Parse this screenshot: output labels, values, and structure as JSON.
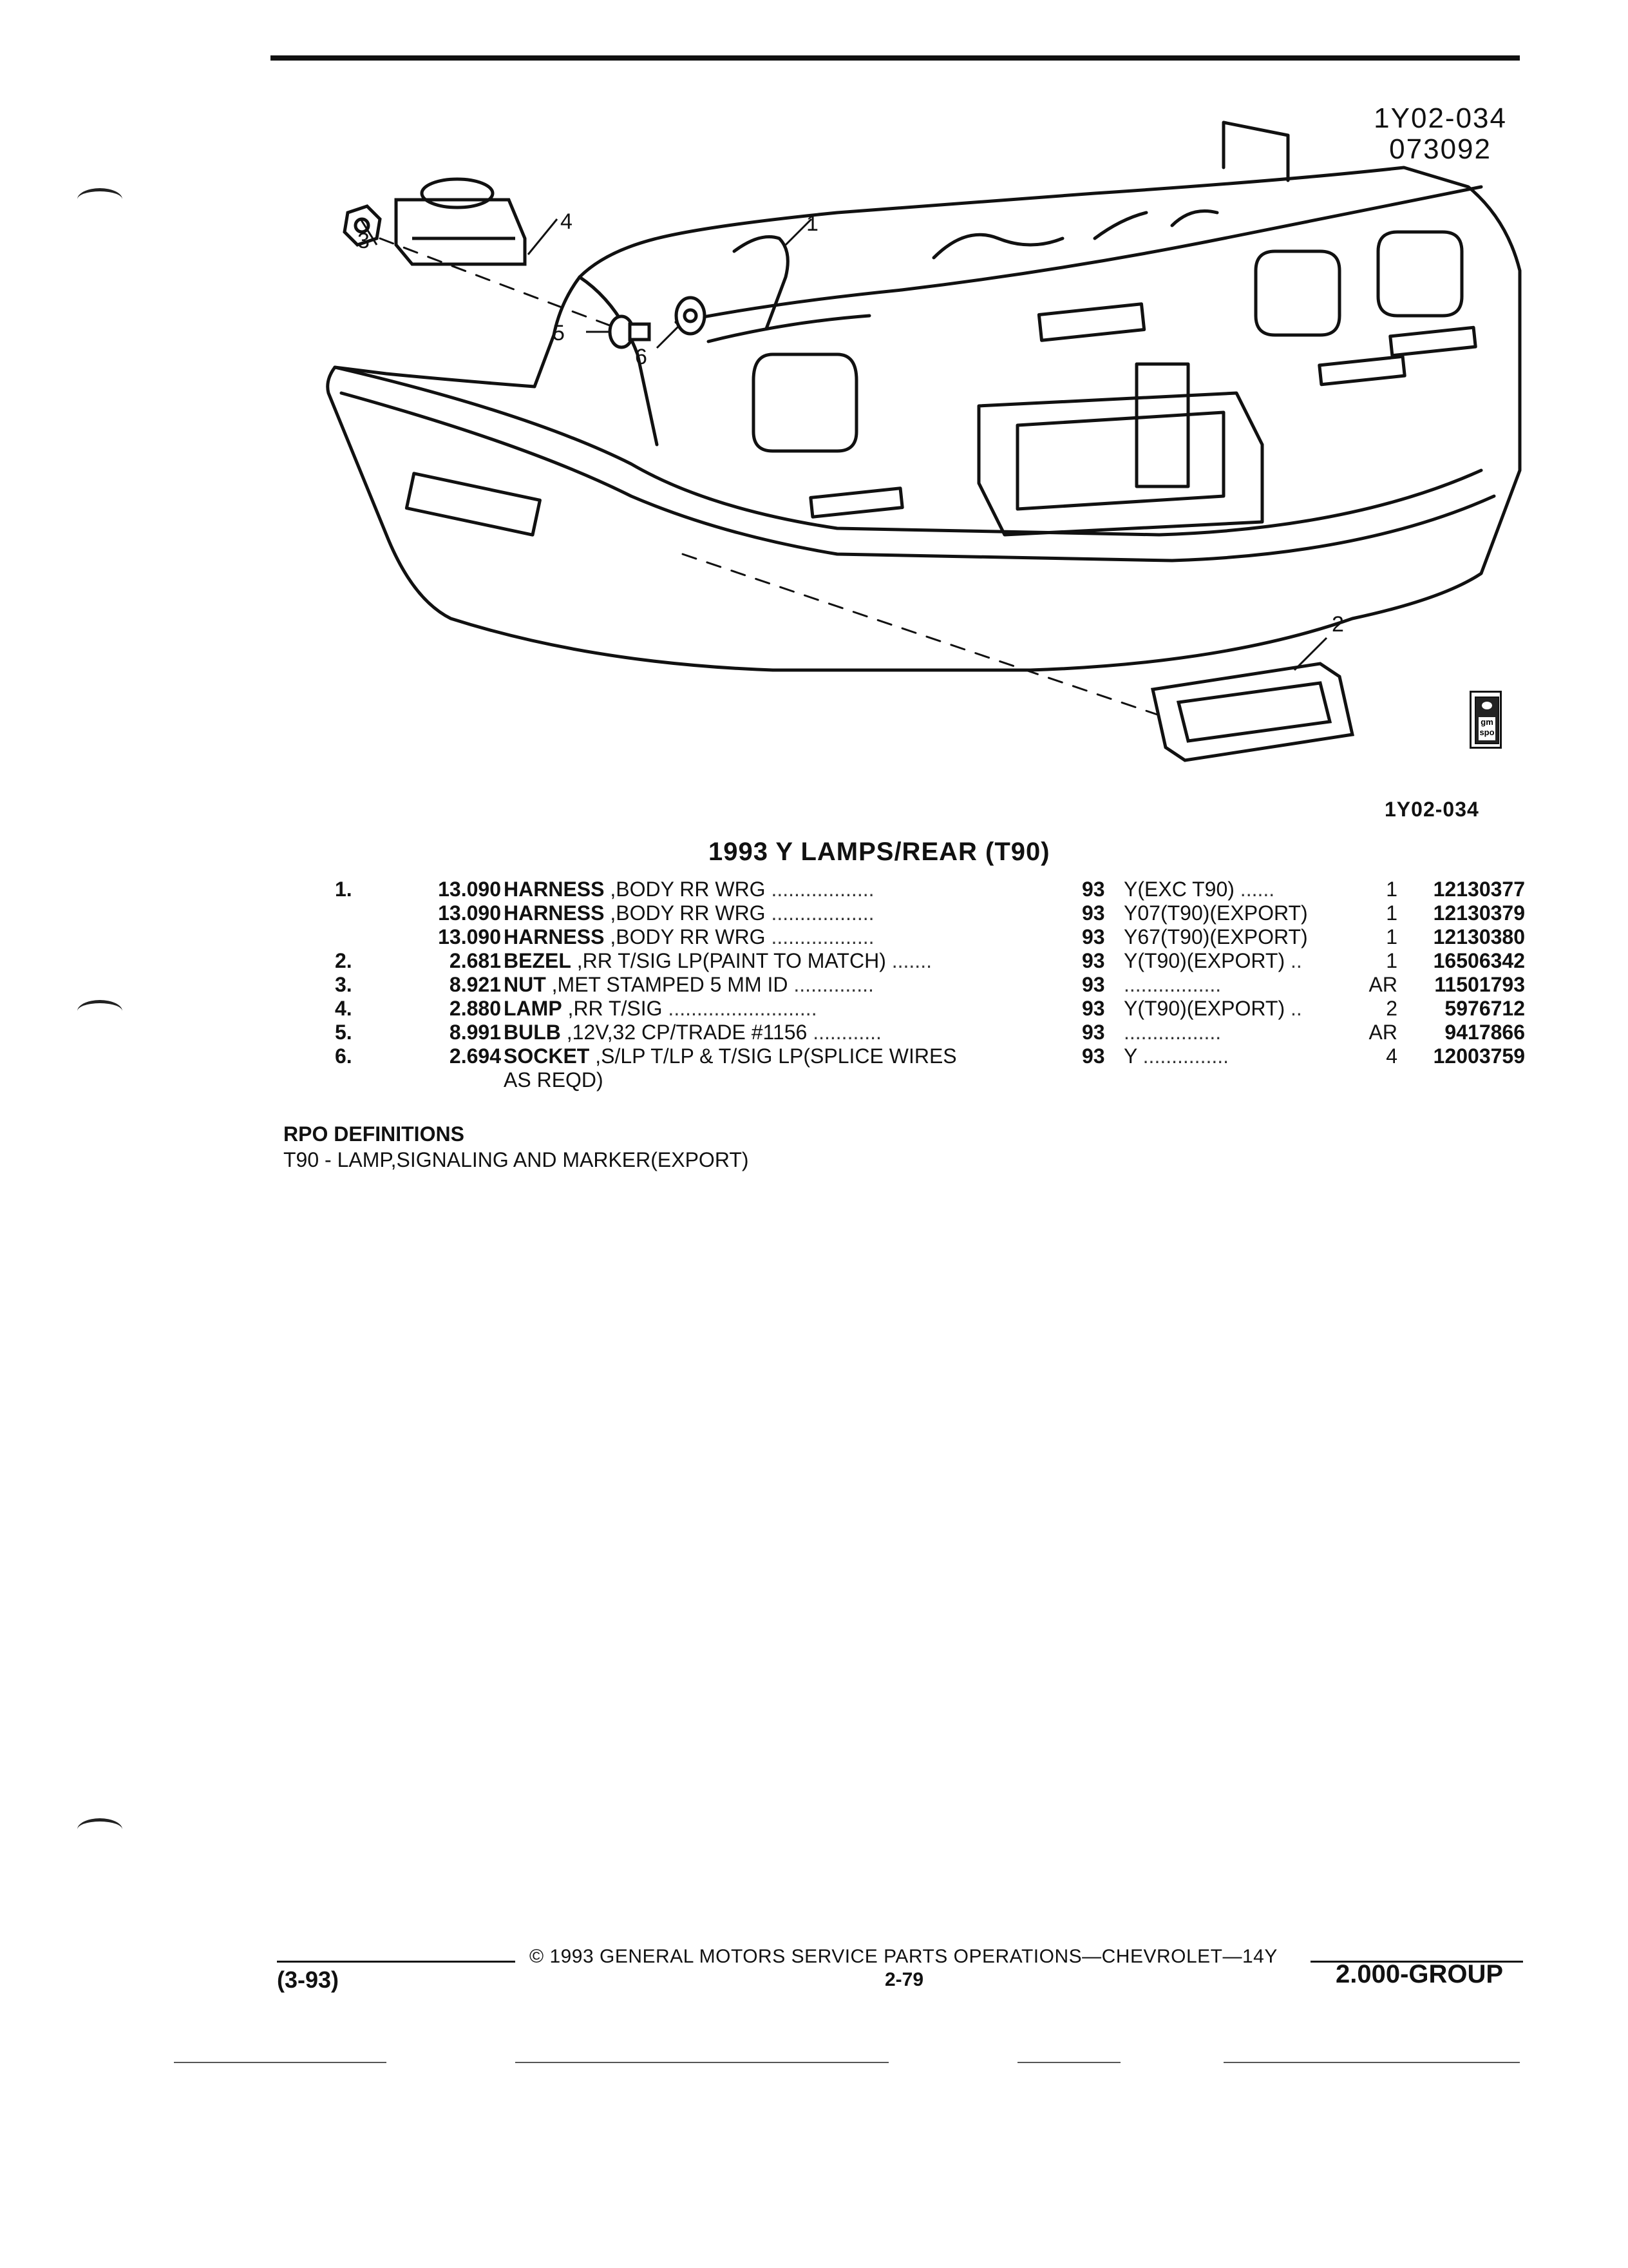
{
  "figure": {
    "id_line1": "1Y02-034",
    "id_line2": "073092",
    "code": "1Y02-034",
    "badge_text": "gm spo"
  },
  "callouts": [
    "1",
    "2",
    "3",
    "4",
    "5",
    "6"
  ],
  "section_title": "1993 Y LAMPS/REAR (T90)",
  "parts": [
    {
      "index": "1.",
      "group": "13.090",
      "name": "HARNESS",
      "desc": ",BODY RR WRG",
      "year": "93",
      "note": "Y(EXC T90)",
      "qty": "1",
      "part_no": "12130377"
    },
    {
      "index": "",
      "group": "13.090",
      "name": "HARNESS",
      "desc": ",BODY RR WRG",
      "year": "93",
      "note": "Y07(T90)(EXPORT)",
      "qty": "1",
      "part_no": "12130379"
    },
    {
      "index": "",
      "group": "13.090",
      "name": "HARNESS",
      "desc": ",BODY RR WRG",
      "year": "93",
      "note": "Y67(T90)(EXPORT)",
      "qty": "1",
      "part_no": "12130380"
    },
    {
      "index": "2.",
      "group": "2.681",
      "name": "BEZEL",
      "desc": ",RR T/SIG LP(PAINT TO MATCH)",
      "year": "93",
      "note": "Y(T90)(EXPORT)",
      "qty": "1",
      "part_no": "16506342"
    },
    {
      "index": "3.",
      "group": "8.921",
      "name": "NUT",
      "desc": ",MET STAMPED 5 MM ID",
      "year": "93",
      "note": "",
      "qty": "AR",
      "part_no": "11501793"
    },
    {
      "index": "4.",
      "group": "2.880",
      "name": "LAMP",
      "desc": ",RR T/SIG",
      "year": "93",
      "note": "Y(T90)(EXPORT)",
      "qty": "2",
      "part_no": "5976712"
    },
    {
      "index": "5.",
      "group": "8.991",
      "name": "BULB",
      "desc": ",12V,32 CP/TRADE #1156",
      "year": "93",
      "note": "",
      "qty": "AR",
      "part_no": "9417866"
    },
    {
      "index": "6.",
      "group": "2.694",
      "name": "SOCKET",
      "desc": ",S/LP T/LP & T/SIG LP(SPLICE WIRES",
      "desc_cont": "AS REQD)",
      "year": "93",
      "note": "Y",
      "qty": "4",
      "part_no": "12003759"
    }
  ],
  "rpo": {
    "heading": "RPO DEFINITIONS",
    "line": "T90 - LAMP,SIGNALING AND MARKER(EXPORT)"
  },
  "footer": {
    "copyright": "© 1993 GENERAL MOTORS SERVICE PARTS OPERATIONS—CHEVROLET—14Y",
    "date": "(3-93)",
    "page": "2-79",
    "group": "2.000-GROUP"
  },
  "colors": {
    "ink": "#111111",
    "paper": "#ffffff"
  }
}
